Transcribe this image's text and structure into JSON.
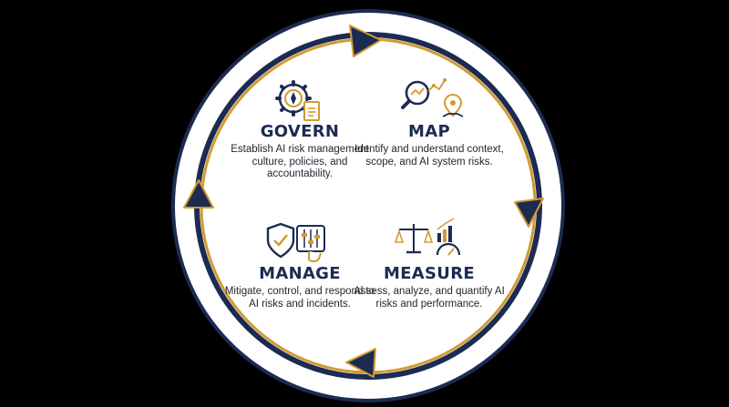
{
  "colors": {
    "background": "#000000",
    "navy": "#1c2b52",
    "gold": "#d39a32",
    "white": "#ffffff"
  },
  "quadrants": {
    "govern": {
      "title": "GOVERN",
      "description": "Establish AI risk management culture, policies, and accountability.",
      "icon": "gear-compass-document-icon"
    },
    "map": {
      "title": "MAP",
      "description": "Identify and understand context, scope, and AI system risks.",
      "icon": "magnifier-map-pin-icon"
    },
    "manage": {
      "title": "MANAGE",
      "description": "Mitigate, control, and respond to AI risks and incidents.",
      "icon": "shield-sliders-icon"
    },
    "measure": {
      "title": "MEASURE",
      "description": "Assess, analyze, and quantify AI risks and performance.",
      "icon": "scale-chart-gauge-icon"
    }
  }
}
